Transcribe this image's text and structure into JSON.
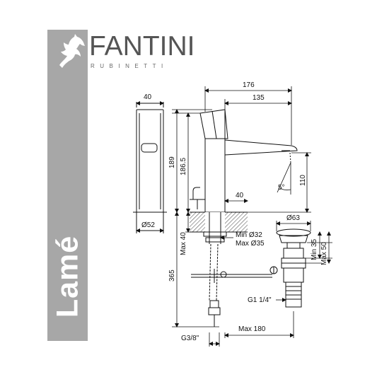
{
  "brand": {
    "name": "FANTINI",
    "subtitle": "RUBINETTI",
    "series": "Lamé"
  },
  "colors": {
    "side_band": "#a7a7a7",
    "brand_text": "#555555",
    "line": "#111111"
  },
  "dimensions": {
    "body_depth": "40",
    "overall_projection": "176",
    "spout_reach": "135",
    "total_height": "189",
    "lever_height": "186.5",
    "spout_clearance": "110",
    "spout_angle": "5°",
    "front_offset": "40",
    "base_diameter": "Ø52",
    "max_deck": "Max 40",
    "hole_min": "Min Ø32",
    "hole_max": "Max Ø35",
    "flex_length": "365",
    "waste_diameter": "Ø63",
    "waste_min": "Min 35",
    "waste_max": "Max 50",
    "waste_thread": "G1 1/4\"",
    "pull_rod": "Max 180",
    "hose_thread": "G3/8\""
  }
}
